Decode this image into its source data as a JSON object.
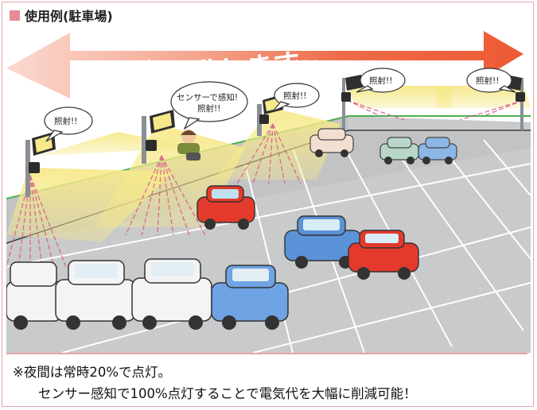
{
  "title": "使用例(駐車場)",
  "arrow_label": "連動します",
  "bubbles": {
    "left": "照射!!",
    "person_line1": "センサーで感知!",
    "person_line2": "照射!!",
    "center": "照射!!",
    "right1": "照射!!",
    "right2": "照射!!"
  },
  "notes": {
    "line1": "※夜間は常時20%で点灯。",
    "line2": "センサー感知で100%点灯することで電気代を大幅に削減可能！"
  },
  "colors": {
    "accent": "#e68b95",
    "arrow": "#ef6b48",
    "light_beam": "#f7ec9a",
    "ground": "#c8c9c9"
  }
}
